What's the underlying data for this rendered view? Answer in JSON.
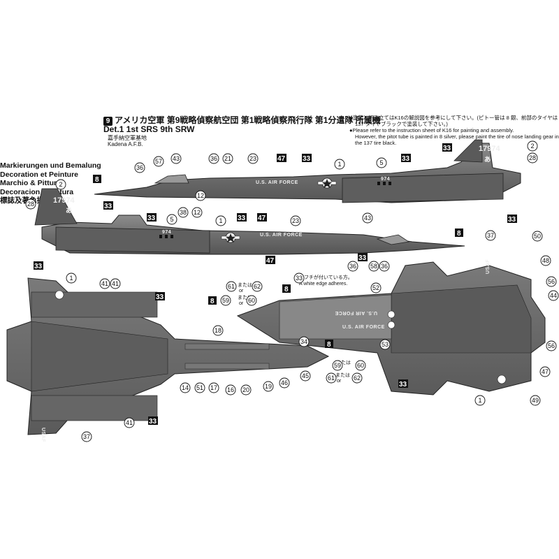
{
  "header": {
    "number": "9",
    "title_jp": "アメリカ空軍 第9戦略偵察航空団 第1戦略偵察飛行隊 第1分遣隊 所属機",
    "title_en": "Det.1 1st SRS 9th SRW",
    "base_jp": "嘉手納空軍基地",
    "base_en": "Kadena A.F.B."
  },
  "notes": {
    "line1": "●塗装と組み立てはK16の解説図を参考にして下さい。(ピトー管は 8 銀、前部のタイヤは",
    "line2": "137 タイヤブラックで塗装して下さい。)",
    "line3": "●Please refer to the instruction sheet of K16 for painting and assembly.",
    "line4": "However, the pitot tube is painted in 8 silver,  please paint the tire of nose landing gear in",
    "line5": "the 137 tire black."
  },
  "legend": [
    "Markierungen und Bemalung",
    "Decoration et Peinture",
    "Marchio & Pittura",
    "Decoracion y Pintura",
    "標誌及著色指示"
  ],
  "aircraft": {
    "serial": "17974",
    "tail_text": "USAF",
    "fuselage_text": "U.S. AIR FORCE",
    "nacelle_code": "974"
  },
  "white_edge_note_jp": "白フチが付いている方。",
  "white_edge_note_en": "A white edge adheres.",
  "or_jp": "または",
  "or_en": "or",
  "paint_codes": {
    "silver": "8",
    "main": "33",
    "secondary": "47"
  },
  "callouts_side_top": [
    "36",
    "57",
    "43",
    "36",
    "21",
    "23",
    "47",
    "33",
    "1",
    "5",
    "33",
    "33",
    "2",
    "28",
    "38",
    "12",
    "12",
    "8",
    "33",
    "2",
    "28",
    "33"
  ],
  "callouts_side_bottom": [
    "33",
    "1",
    "33",
    "23",
    "43",
    "8",
    "47",
    "36",
    "58",
    "36",
    "5",
    "33",
    "47"
  ],
  "callouts_plan_left": [
    "1",
    "41",
    "33",
    "41",
    "18",
    "33",
    "34",
    "14",
    "51",
    "17",
    "16",
    "20",
    "19",
    "46",
    "45",
    "41",
    "33",
    "37"
  ],
  "callouts_plan_center": [
    "8",
    "61",
    "62",
    "59",
    "60",
    "33",
    "8",
    "52",
    "53",
    "59",
    "60",
    "61",
    "62",
    "8"
  ],
  "callouts_plan_right": [
    "37",
    "50",
    "48",
    "56",
    "44",
    "56",
    "47",
    "49",
    "1",
    "33"
  ]
}
